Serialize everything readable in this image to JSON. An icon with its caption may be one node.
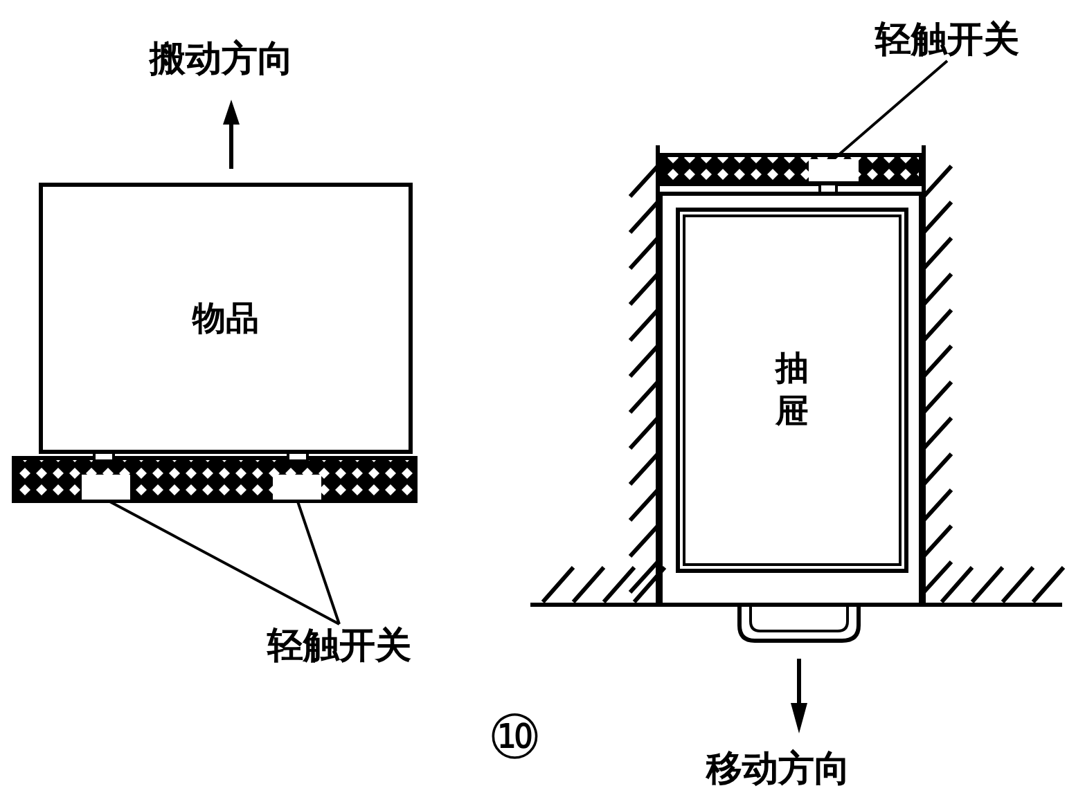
{
  "diagram": {
    "nodes": [
      {
        "text": [
          "物品"
        ]
      },
      {
        "text": [],
        "shape": "box"
      },
      {
        "text": [],
        "shape": "box"
      },
      {
        "text": [
          "轻触开关"
        ]
      },
      {
        "text": [
          "抽屉"
        ]
      },
      {
        "text": [
          "轻触开关"
        ]
      },
      {
        "text": [],
        "shape": "box"
      }
    ],
    "edges": [
      {
        "from": 3,
        "to": 1,
        "arrow": "none"
      },
      {
        "from": 3,
        "to": 2,
        "arrow": "none"
      },
      {
        "from": 5,
        "to": 6,
        "arrow": "none"
      }
    ],
    "labels": [
      "搬动方向",
      "移动方向",
      "⑩"
    ]
  }
}
